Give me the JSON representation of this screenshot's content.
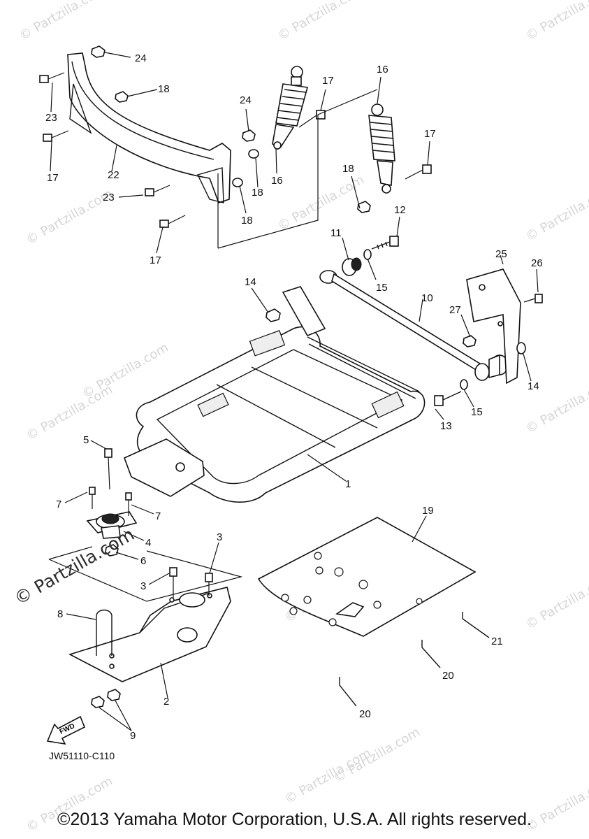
{
  "watermark": "© Partzilla.com",
  "brand_watermark": "© Partzilla.com",
  "diagram_code": "JW51110-C110",
  "fwd_label": "FWD",
  "copyright": "©2013 Yamaha Motor Corporation, U.S.A. All rights reserved.",
  "callouts": {
    "c1": "1",
    "c2": "2",
    "c3a": "3",
    "c3b": "3",
    "c4": "4",
    "c5": "5",
    "c6": "6",
    "c7a": "7",
    "c7b": "7",
    "c8": "8",
    "c9": "9",
    "c10": "10",
    "c11": "11",
    "c12": "12",
    "c13": "13",
    "c14a": "14",
    "c14b": "14",
    "c15a": "15",
    "c15b": "15",
    "c16a": "16",
    "c16b": "16",
    "c17a": "17",
    "c17b": "17",
    "c17c": "17",
    "c17d": "17",
    "c18a": "18",
    "c18b": "18",
    "c18c": "18",
    "c18d": "18",
    "c19": "19",
    "c20a": "20",
    "c20b": "20",
    "c21": "21",
    "c22": "22",
    "c23a": "23",
    "c23b": "23",
    "c24a": "24",
    "c24b": "24",
    "c25": "25",
    "c26": "26",
    "c27": "27"
  }
}
